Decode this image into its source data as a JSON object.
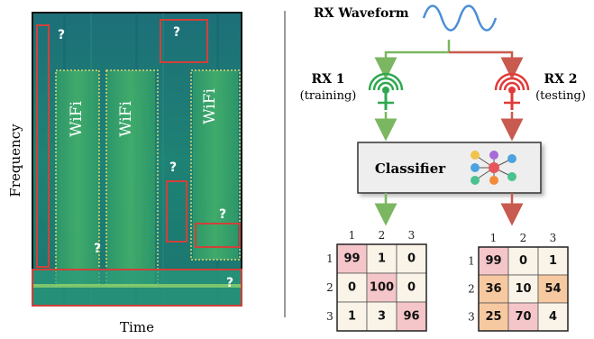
{
  "left_panel": {
    "y_label": "Frequency",
    "x_label": "Time",
    "wifi_labels": [
      "WiFi",
      "WiFi",
      "WiFi"
    ],
    "unknown_mark": "?"
  },
  "right_panel": {
    "waveform_label": "RX Waveform",
    "rx1": {
      "name": "RX 1",
      "role": "(training)"
    },
    "rx2": {
      "name": "RX 2",
      "role": "(testing)"
    },
    "classifier_label": "Classifier"
  },
  "colors": {
    "spectrogram_bg": "#1a7a78",
    "wifi_band": "#39a86a",
    "unknown_box": "#d0413a",
    "wifi_box": "#e0d870",
    "rx1_green": "#2fa84f",
    "rx2_red": "#e03a3a",
    "waveform_blue": "#4a8fd6",
    "arrow_green": "#7bb661",
    "arrow_red": "#c95a4f"
  },
  "matrices": {
    "indices": [
      "1",
      "2",
      "3"
    ],
    "rx1": [
      [
        99,
        1,
        0
      ],
      [
        0,
        100,
        0
      ],
      [
        1,
        3,
        96
      ]
    ],
    "rx2": [
      [
        99,
        0,
        1
      ],
      [
        36,
        10,
        54
      ],
      [
        25,
        70,
        4
      ]
    ],
    "rx1_colors": [
      [
        "#f5c6c9",
        "#faf4e8",
        "#faf4e8"
      ],
      [
        "#faf4e8",
        "#f5c6c9",
        "#faf4e8"
      ],
      [
        "#faf4e8",
        "#faf4e8",
        "#f5c6c9"
      ]
    ],
    "rx2_colors": [
      [
        "#f5c6c9",
        "#faf4e8",
        "#faf4e8"
      ],
      [
        "#f7c9a0",
        "#faf4e8",
        "#f7c9a0"
      ],
      [
        "#f7c9a0",
        "#f5c6c9",
        "#faf4e8"
      ]
    ]
  }
}
